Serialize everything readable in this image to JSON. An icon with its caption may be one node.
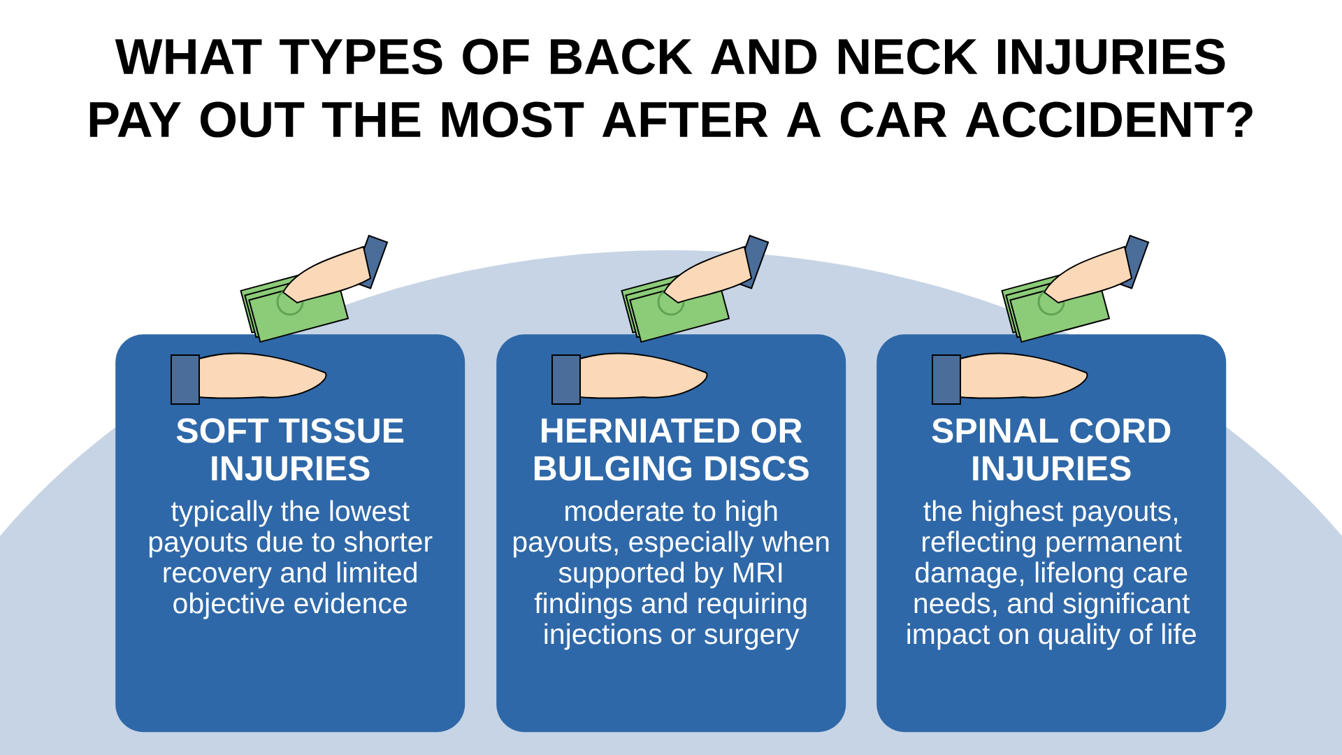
{
  "diagram": {
    "title": "WHAT TYPES OF BACK AND NECK INJURIES PAY OUT THE MOST AFTER A CAR ACCIDENT?",
    "nodes": [
      {
        "text": [
          "SOFT TISSUE INJURIES",
          "typically the lowest payouts due to shorter recovery and limited objective evidence"
        ]
      },
      {
        "text": [
          "HERNIATED OR BULGING DISCS",
          "moderate to high payouts, especially when supported by MRI findings and requiring injections or surgery"
        ]
      },
      {
        "text": [
          "SPINAL CORD INJURIES",
          "the highest payouts, reflecting permanent damage, lifelong care needs, and significant impact on quality of life"
        ]
      }
    ],
    "edges": []
  }
}
